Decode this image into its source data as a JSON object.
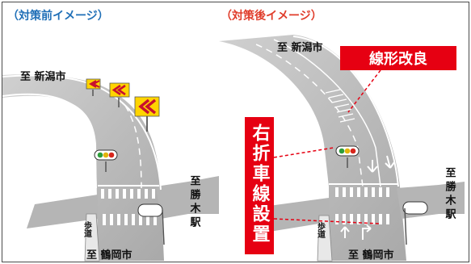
{
  "before": {
    "title": "（対策前イメージ）",
    "dest_top": "至 新潟市",
    "dest_right": "至勝木駅",
    "dest_bottom": "至 鶴岡市",
    "sidewalk": "歩道"
  },
  "after": {
    "title": "（対策後イメージ）",
    "dest_top": "至 新潟市",
    "dest_right": "至勝木駅",
    "dest_bottom": "至 鶴岡市",
    "sidewalk": "歩道",
    "callout_realign": "線形改良",
    "callout_turnlane": "右折車線設置"
  },
  "colors": {
    "title_blue": "#1f6fb7",
    "title_red": "#e03c2a",
    "callout_red": "#e60012",
    "road_gray": "#b7b7b7",
    "sign_yellow": "#ffd400"
  }
}
